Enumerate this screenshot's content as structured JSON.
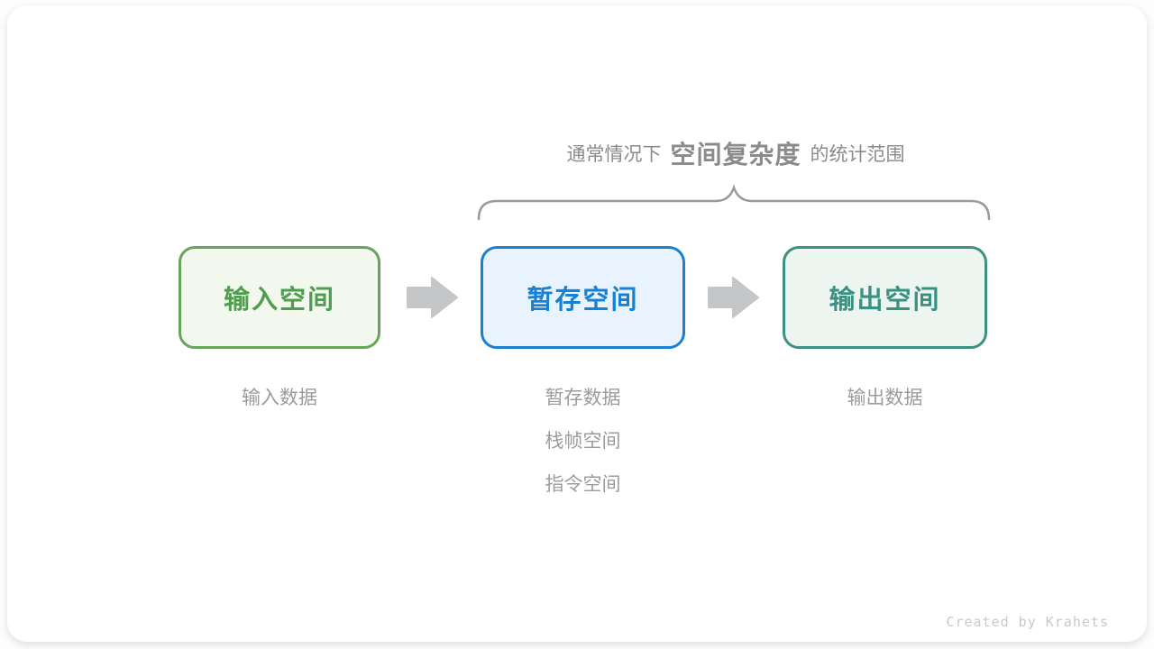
{
  "title": {
    "prefix": "通常情况下",
    "highlight": "空间复杂度",
    "suffix": "的统计范围"
  },
  "boxes": [
    {
      "id": "input-space",
      "label": "输入空间",
      "border_color": "#68a45a",
      "text_color": "#4f9e50",
      "bg_color": "#f2f8ee",
      "notes": [
        "输入数据"
      ]
    },
    {
      "id": "buffer-space",
      "label": "暂存空间",
      "border_color": "#1b80d2",
      "text_color": "#1781d6",
      "bg_color": "#e9f3fd",
      "notes": [
        "暂存数据",
        "栈帧空间",
        "指令空间"
      ]
    },
    {
      "id": "output-space",
      "label": "输出空间",
      "border_color": "#3e9181",
      "text_color": "#3b9181",
      "bg_color": "#edf5f1",
      "notes": [
        "输出数据"
      ]
    }
  ],
  "colors": {
    "arrow": "#c5c6c7",
    "brace": "#9a9a9a",
    "title": "#8b8b8b",
    "note": "#9c9c9c",
    "footer": "#c9c9c9",
    "card_bg": "#ffffff"
  },
  "footer": "Created by Krahets"
}
